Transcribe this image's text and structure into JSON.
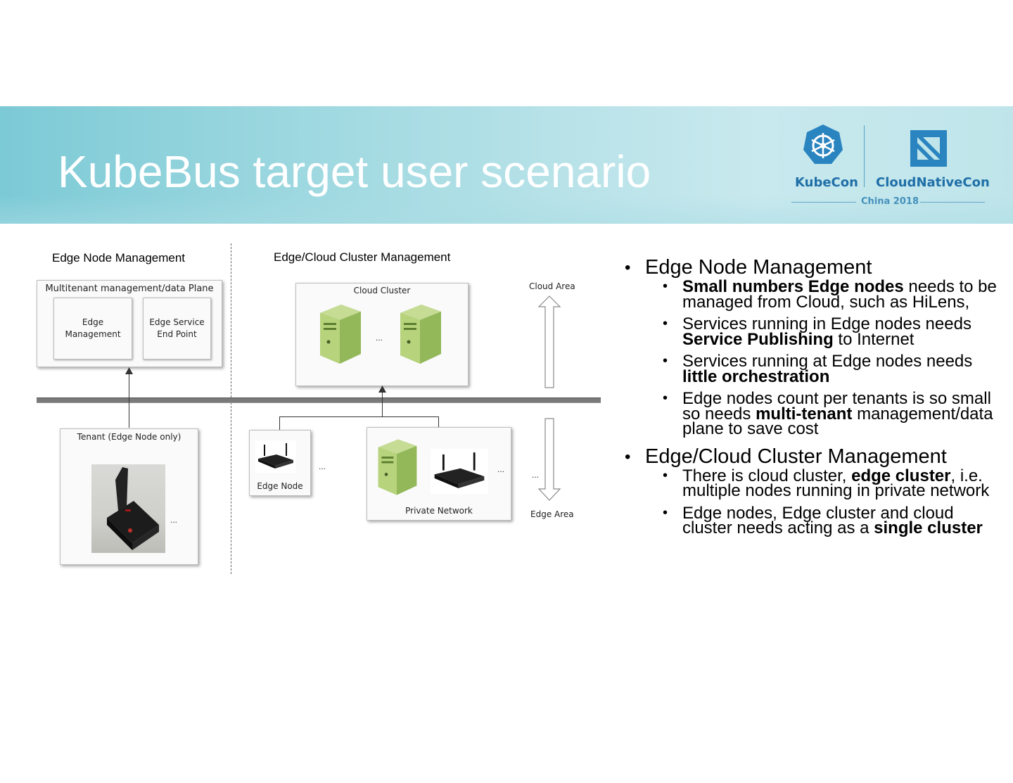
{
  "slide": {
    "title": "KubeBus target user scenario"
  },
  "logo": {
    "kubecon": "KubeCon",
    "cloudnativecon": "CloudNativeCon",
    "event": "China 2018"
  },
  "diagram": {
    "edge_node_mgmt_header": "Edge Node Management",
    "cluster_mgmt_header": "Edge/Cloud Cluster Management",
    "mgmt_plane_label": "Multitenant management/data  Plane",
    "edge_management_line1": "Edge",
    "edge_management_line2": "Management",
    "edge_service_line1": "Edge Service",
    "edge_service_line2": "End Point",
    "cloud_cluster_label": "Cloud Cluster",
    "cloud_area_label": "Cloud Area",
    "edge_area_label": "Edge Area",
    "tenant_label": "Tenant (Edge Node only)",
    "edge_node_label": "Edge Node",
    "private_network_label": "Private Network",
    "ellipsis": "..."
  },
  "bullets": {
    "edge_node_management": "Edge Node Management",
    "enm_1_bold": "Small numbers Edge nodes",
    "enm_1_rest": "needs to be managed from Cloud, such as HiLens,",
    "enm_2_pre": "Services running in Edge nodes needs ",
    "enm_2_bold": "Service Publishing",
    "enm_2_post": " to Internet",
    "enm_3_pre": "Services running at Edge nodes needs ",
    "enm_3_bold": "little orchestration",
    "enm_4_pre": "Edge nodes count per tenants is so small so needs ",
    "enm_4_bold": "multi-tenant",
    "enm_4_post": " management/data plane to save cost",
    "cluster_management": "Edge/Cloud Cluster Management",
    "ecm_1_pre": "There is cloud cluster, ",
    "ecm_1_bold": "edge cluster",
    "ecm_1_post": ", i.e. multiple nodes running in private network",
    "ecm_2_pre": "Edge nodes, Edge cluster and cloud cluster needs acting as a ",
    "ecm_2_bold": "single cluster"
  },
  "colors": {
    "banner": "#9ed8e0",
    "logo_blue": "#1f6fa8",
    "server_green": "#9bbf5a"
  }
}
